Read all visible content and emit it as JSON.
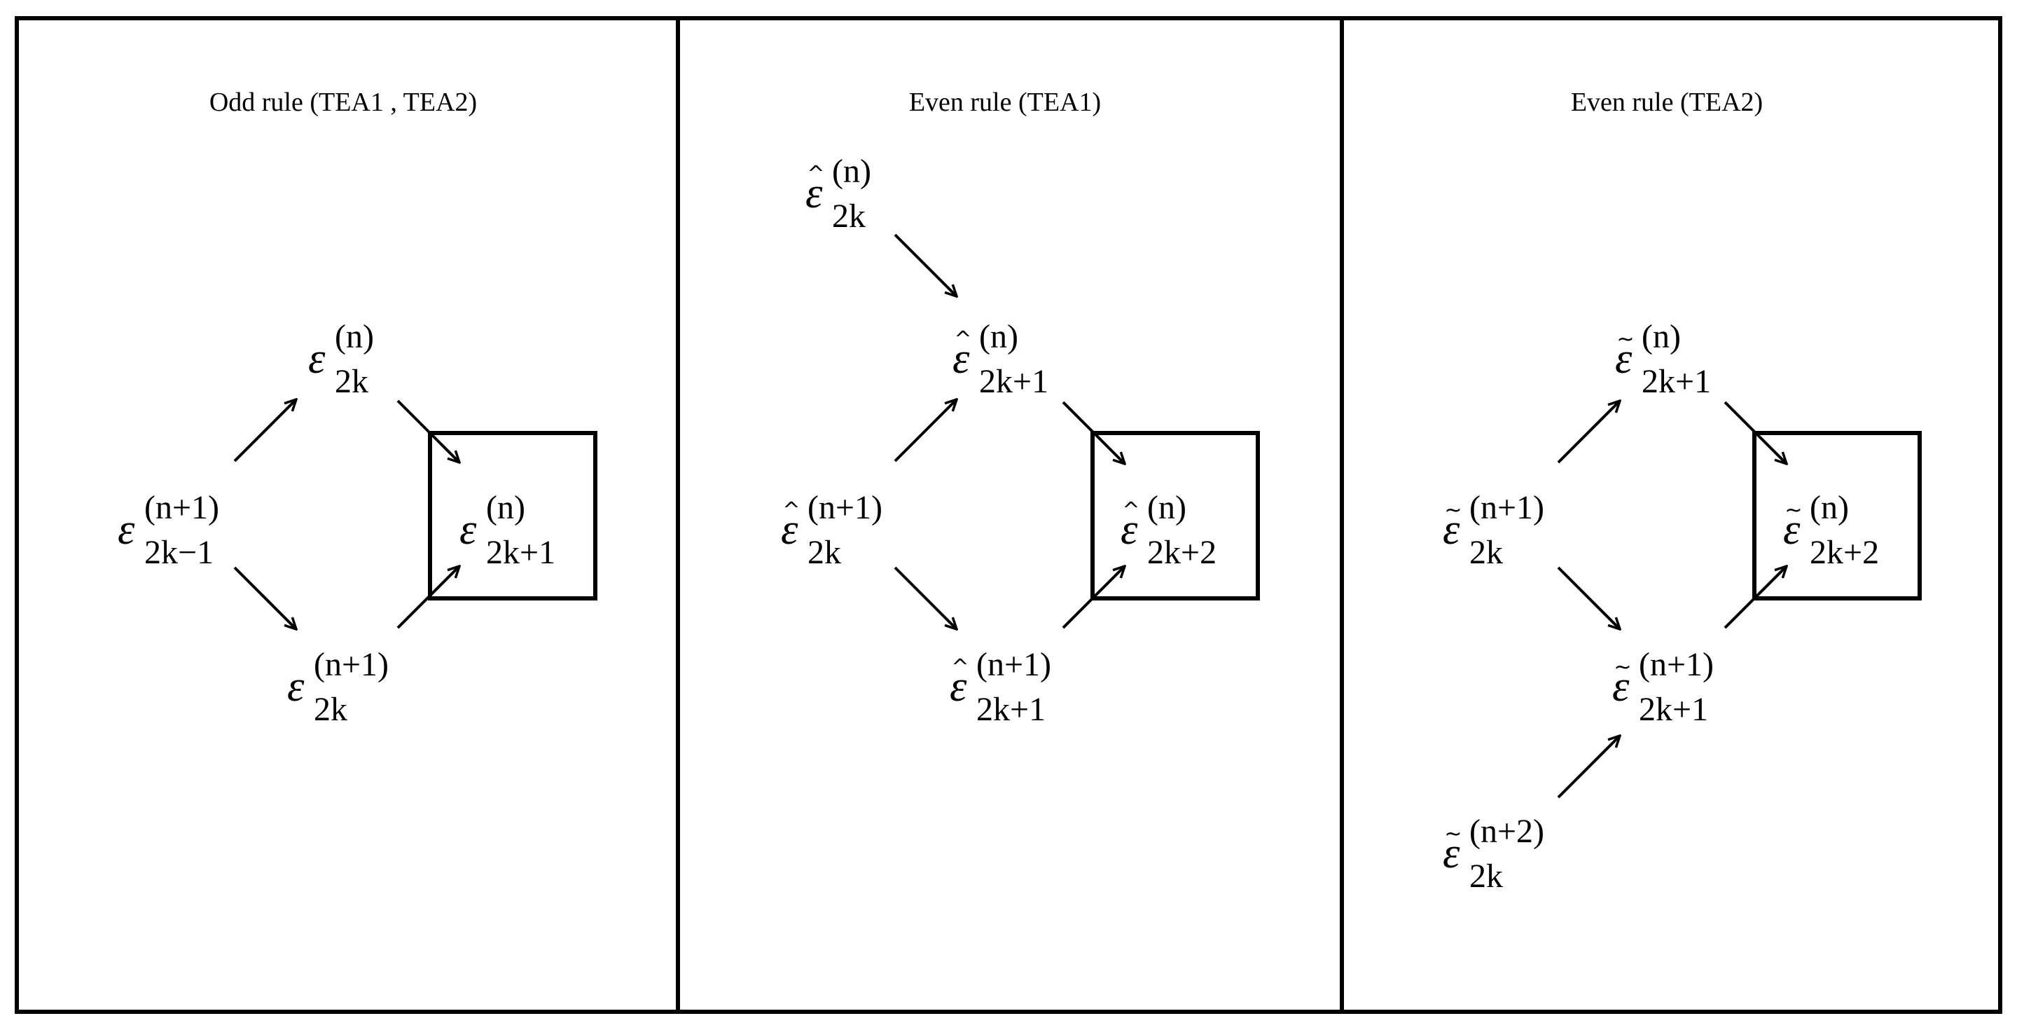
{
  "panels": [
    {
      "title": "Odd rule (TEA1 , TEA2)",
      "nodes": [
        {
          "id": "p1-top",
          "base": "ε",
          "accent": "",
          "sup": "(n)",
          "sub": "2k"
        },
        {
          "id": "p1-left",
          "base": "ε",
          "accent": "",
          "sup": "(n+1)",
          "sub": "2k−1"
        },
        {
          "id": "p1-bottom",
          "base": "ε",
          "accent": "",
          "sup": "(n+1)",
          "sub": "2k"
        },
        {
          "id": "p1-result",
          "base": "ε",
          "accent": "",
          "sup": "(n)",
          "sub": "2k+1"
        }
      ]
    },
    {
      "title": "Even rule (TEA1)",
      "nodes": [
        {
          "id": "p2-extra",
          "base": "ε",
          "accent": "^",
          "sup": "(n)",
          "sub": "2k"
        },
        {
          "id": "p2-top",
          "base": "ε",
          "accent": "^",
          "sup": "(n)",
          "sub": "2k+1"
        },
        {
          "id": "p2-left",
          "base": "ε",
          "accent": "^",
          "sup": "(n+1)",
          "sub": "2k"
        },
        {
          "id": "p2-bottom",
          "base": "ε",
          "accent": "^",
          "sup": "(n+1)",
          "sub": "2k+1"
        },
        {
          "id": "p2-result",
          "base": "ε",
          "accent": "^",
          "sup": "(n)",
          "sub": "2k+2"
        }
      ]
    },
    {
      "title": "Even rule (TEA2)",
      "nodes": [
        {
          "id": "p3-top",
          "base": "ε",
          "accent": "~",
          "sup": "(n)",
          "sub": "2k+1"
        },
        {
          "id": "p3-left",
          "base": "ε",
          "accent": "~",
          "sup": "(n+1)",
          "sub": "2k"
        },
        {
          "id": "p3-bottom",
          "base": "ε",
          "accent": "~",
          "sup": "(n+1)",
          "sub": "2k+1"
        },
        {
          "id": "p3-result",
          "base": "ε",
          "accent": "~",
          "sup": "(n)",
          "sub": "2k+2"
        },
        {
          "id": "p3-extra",
          "base": "ε",
          "accent": "~",
          "sup": "(n+2)",
          "sub": "2k"
        }
      ]
    }
  ]
}
